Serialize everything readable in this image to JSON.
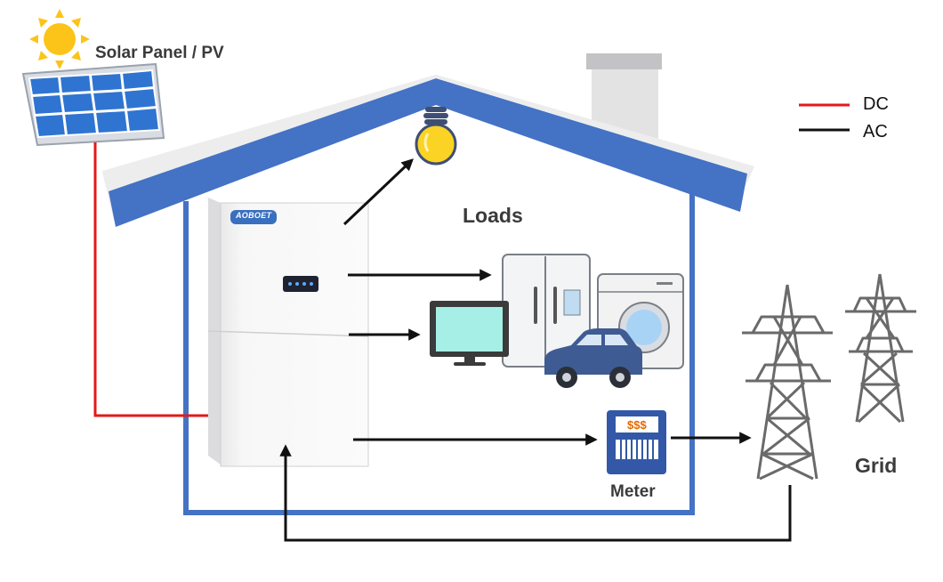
{
  "labels": {
    "solar": "Solar Panel / PV",
    "loads": "Loads",
    "meter": "Meter",
    "grid": "Grid",
    "brand": "AOBOET",
    "meter_display": "$$$"
  },
  "legend": [
    {
      "label": "DC",
      "color": "#e21a1a"
    },
    {
      "label": "AC",
      "color": "#111111"
    }
  ],
  "colors": {
    "roof": "#4472c4",
    "roof_inner": "#e8e8ea",
    "house_wall": "#4472c4",
    "chimney": "#c9c9cb",
    "dc_line": "#e21a1a",
    "ac_line": "#111111",
    "solar_cell": "#2f74d0",
    "sun": "#fcc419",
    "tower": "#6a6a6a",
    "meter": "#3358a8",
    "car": "#3f5b93",
    "monitor_screen": "#a6efe6",
    "bulb": "#fbd324"
  },
  "icons": [
    "sun-icon",
    "solar-panel-icon",
    "light-bulb-icon",
    "inverter-battery-icon",
    "refrigerator-icon",
    "washing-machine-icon",
    "monitor-icon",
    "car-icon",
    "electric-meter-icon",
    "transmission-tower-icon"
  ]
}
